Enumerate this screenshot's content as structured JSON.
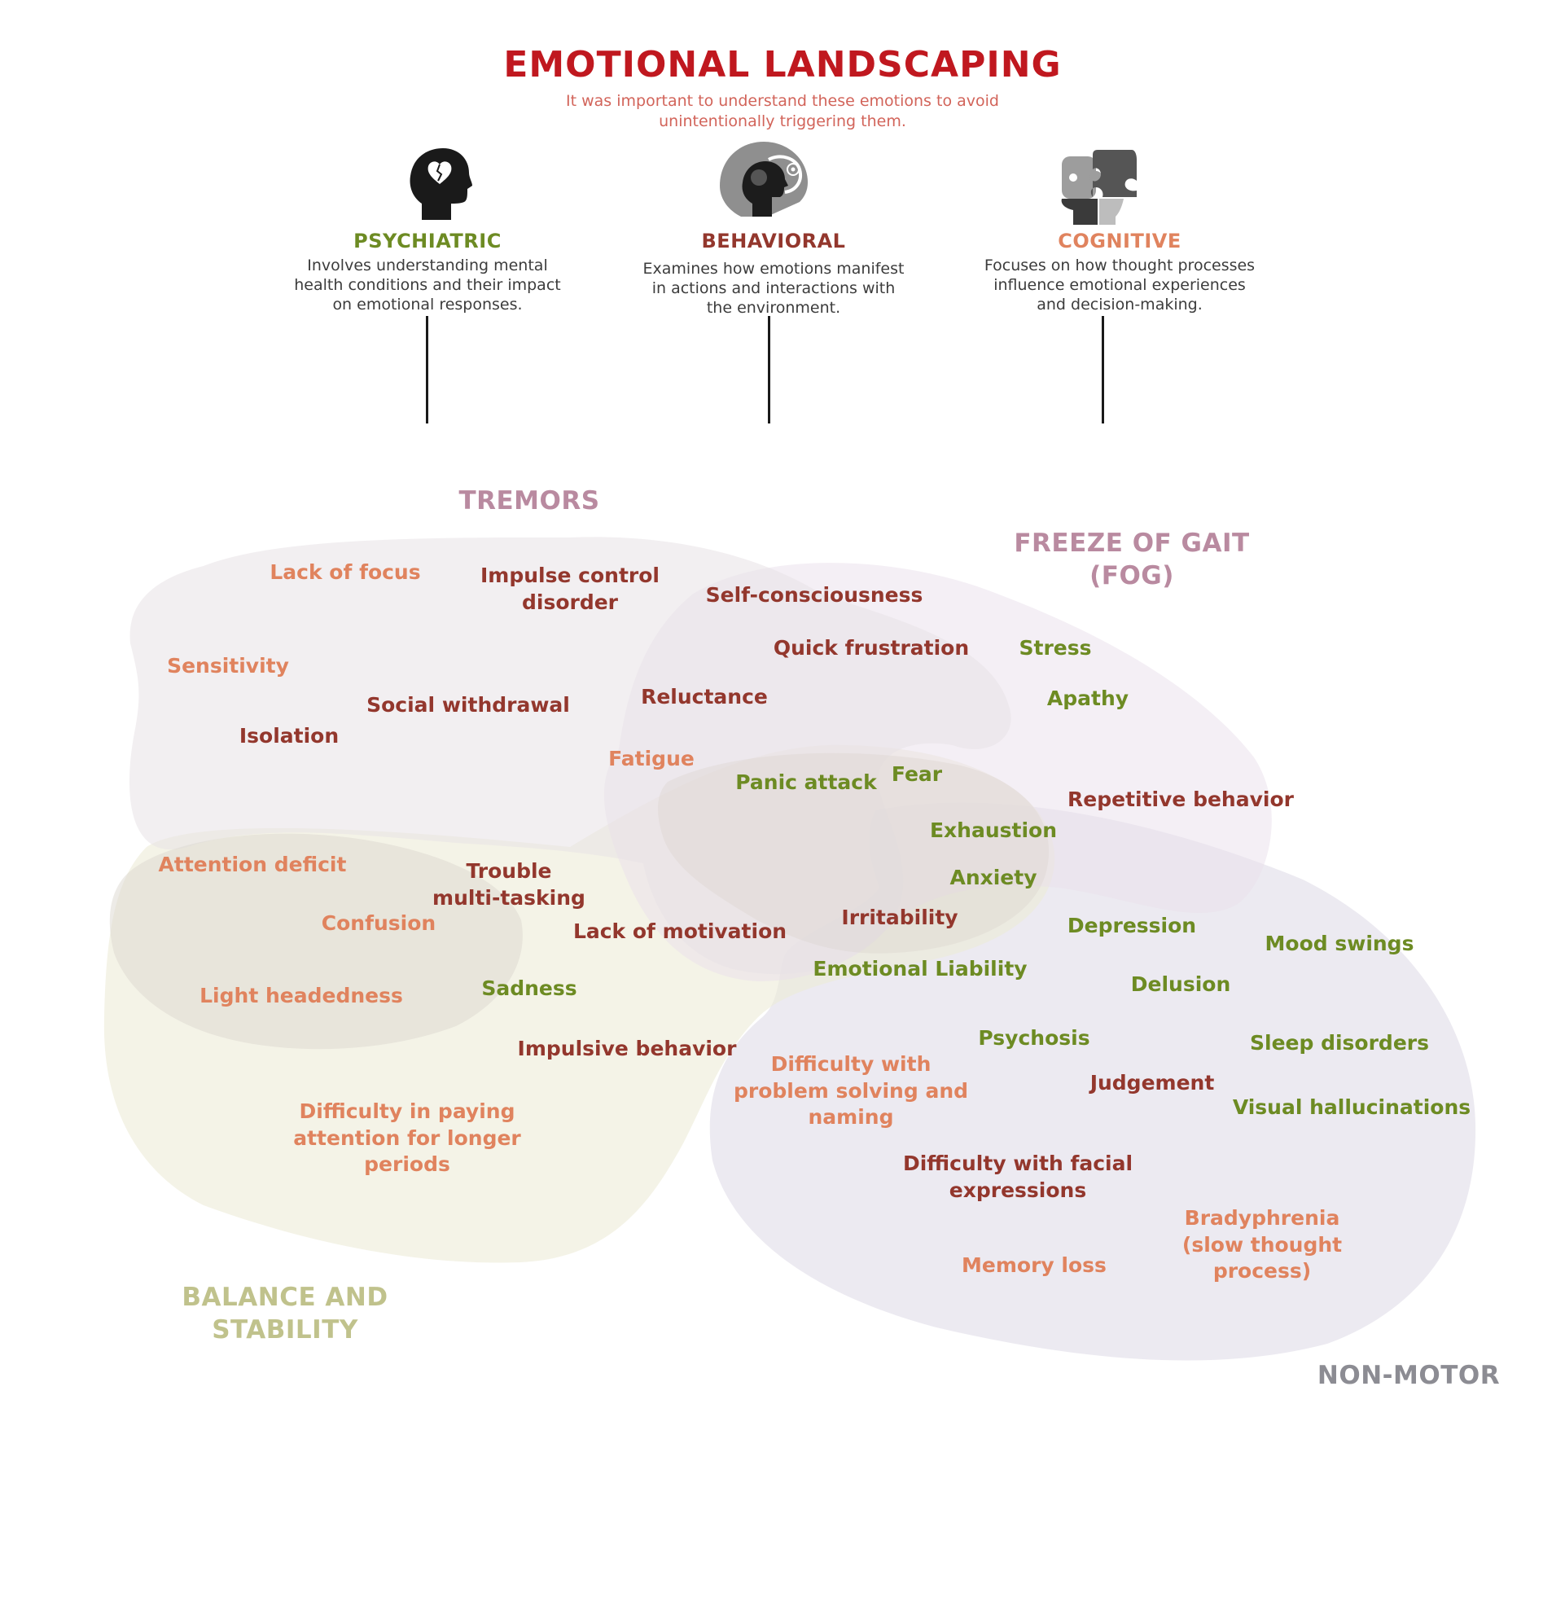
{
  "header": {
    "title": "EMOTIONAL LANDSCAPING",
    "subtitle_line1": "It was important to understand these emotions to avoid",
    "subtitle_line2": "unintentionally triggering them."
  },
  "categories": [
    {
      "icon": "broken-heart-head-icon",
      "title": "PSYCHIATRIC",
      "color": "#6d8b23",
      "desc": [
        "Involves understanding mental",
        "health conditions and their impact",
        "on emotional responses."
      ]
    },
    {
      "icon": "brain-profile-icon",
      "title": "BEHAVIORAL",
      "color": "#93372d",
      "desc": [
        "Examines how emotions manifest",
        "in actions and interactions with",
        "the environment."
      ]
    },
    {
      "icon": "puzzle-heads-icon",
      "title": "COGNITIVE",
      "color": "#e0835e",
      "desc": [
        "Focuses on how thought processes",
        "influence emotional experiences",
        "and decision-making."
      ]
    }
  ],
  "regions": {
    "tremors": {
      "label": "TREMORS",
      "color": "#b98aa0"
    },
    "fog": {
      "label_line1": "FREEZE OF GAIT",
      "label_line2": "(FOG)",
      "color": "#b98aa0"
    },
    "balance": {
      "label_line1": "BALANCE AND",
      "label_line2": "STABILITY",
      "color": "#c0c28c"
    },
    "nonmotor": {
      "label": "NON-MOTOR",
      "color": "#8c8c93"
    }
  },
  "emotions": {
    "lack_of_focus": "Lack of focus",
    "impulse_control_1": "Impulse control",
    "impulse_control_2": "disorder",
    "self_consciousness": "Self-consciousness",
    "sensitivity": "Sensitivity",
    "quick_frustration": "Quick frustration",
    "stress": "Stress",
    "social_withdrawal": "Social withdrawal",
    "reluctance": "Reluctance",
    "apathy": "Apathy",
    "isolation": "Isolation",
    "fatigue": "Fatigue",
    "fear": "Fear",
    "panic_attack": "Panic attack",
    "repetitive_behavior": "Repetitive behavior",
    "exhaustion": "Exhaustion",
    "attention_deficit": "Attention deficit",
    "trouble_multitasking_1": "Trouble",
    "trouble_multitasking_2": "multi-tasking",
    "anxiety": "Anxiety",
    "confusion": "Confusion",
    "irritability": "Irritability",
    "depression": "Depression",
    "lack_of_motivation": "Lack of motivation",
    "mood_swings": "Mood swings",
    "emotional_liability": "Emotional Liability",
    "light_headedness": "Light headedness",
    "sadness": "Sadness",
    "delusion": "Delusion",
    "psychosis": "Psychosis",
    "sleep_disorders": "Sleep disorders",
    "impulsive_behavior": "Impulsive behavior",
    "problem_solving_1": "Difficulty with",
    "problem_solving_2": "problem solving and",
    "problem_solving_3": "naming",
    "judgement": "Judgement",
    "visual_hallucinations": "Visual hallucinations",
    "paying_attention_1": "Difficulty in paying",
    "paying_attention_2": "attention for longer",
    "paying_attention_3": "periods",
    "facial_expressions_1": "Difficulty with facial",
    "facial_expressions_2": "expressions",
    "bradyphrenia_1": "Bradyphrenia",
    "bradyphrenia_2": "(slow thought",
    "bradyphrenia_3": "process)",
    "memory_loss": "Memory loss"
  }
}
